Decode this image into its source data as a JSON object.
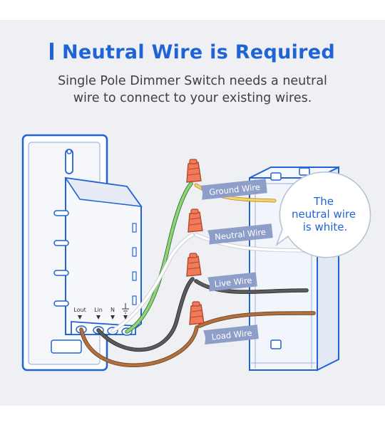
{
  "header": {
    "title": "Neutral Wire is Required",
    "subtitle_line1": "Single Pole Dimmer Switch needs a neutral",
    "subtitle_line2": "wire to connect to your existing wires."
  },
  "terminals": {
    "lout": "Lout",
    "lin": "Lin",
    "n": "N"
  },
  "wire_labels": {
    "ground": "Ground Wire",
    "neutral": "Neutral Wire",
    "live": "Live Wire",
    "load": "Load Wire"
  },
  "callout": {
    "line1": "The",
    "line2": "neutral wire",
    "line3": "is white."
  },
  "colors": {
    "accent": "#1f63d6",
    "ground": "#8fd27a",
    "neutral": "#ffffff",
    "live": "#5b5b5b",
    "load": "#b0703f",
    "yellow": "#f4d36a",
    "connector": "#f07a5a",
    "label_bg": "#8d9ec9"
  }
}
